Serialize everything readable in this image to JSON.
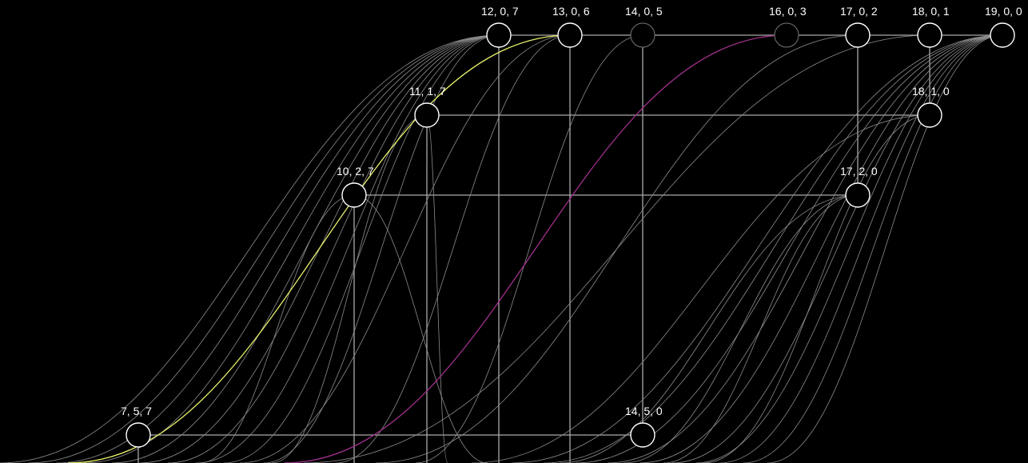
{
  "nodes": [
    {
      "id": "n12_0_7",
      "label": "12, 0, 7",
      "style": "normal"
    },
    {
      "id": "n13_0_6",
      "label": "13, 0, 6",
      "style": "normal"
    },
    {
      "id": "n14_0_5",
      "label": "14, 0, 5",
      "style": "faded"
    },
    {
      "id": "n16_0_3",
      "label": "16, 0, 3",
      "style": "faded"
    },
    {
      "id": "n17_0_2",
      "label": "17, 0, 2",
      "style": "normal"
    },
    {
      "id": "n18_0_1",
      "label": "18, 0, 1",
      "style": "normal"
    },
    {
      "id": "n19_0_0",
      "label": "19, 0, 0",
      "style": "normal"
    },
    {
      "id": "n11_1_7",
      "label": "11, 1, 7",
      "style": "normal"
    },
    {
      "id": "n18_1_0",
      "label": "18, 1, 0",
      "style": "normal"
    },
    {
      "id": "n10_2_7",
      "label": "10, 2, 7",
      "style": "normal"
    },
    {
      "id": "n17_2_0",
      "label": "17, 2, 0",
      "style": "normal"
    },
    {
      "id": "n7_5_7",
      "label": "7, 5, 7",
      "style": "normal"
    },
    {
      "id": "n14_5_0",
      "label": "14, 5, 0",
      "style": "normal"
    }
  ],
  "colors": {
    "background": "#000000",
    "node_stroke": "#ffffff",
    "node_faded_stroke": "#777777",
    "grid_line": "#aaaaaa",
    "curve": "#8c8c8c",
    "highlight_yellow": "#e8f06a",
    "highlight_purple": "#a0308c",
    "label": "#ffffff"
  }
}
